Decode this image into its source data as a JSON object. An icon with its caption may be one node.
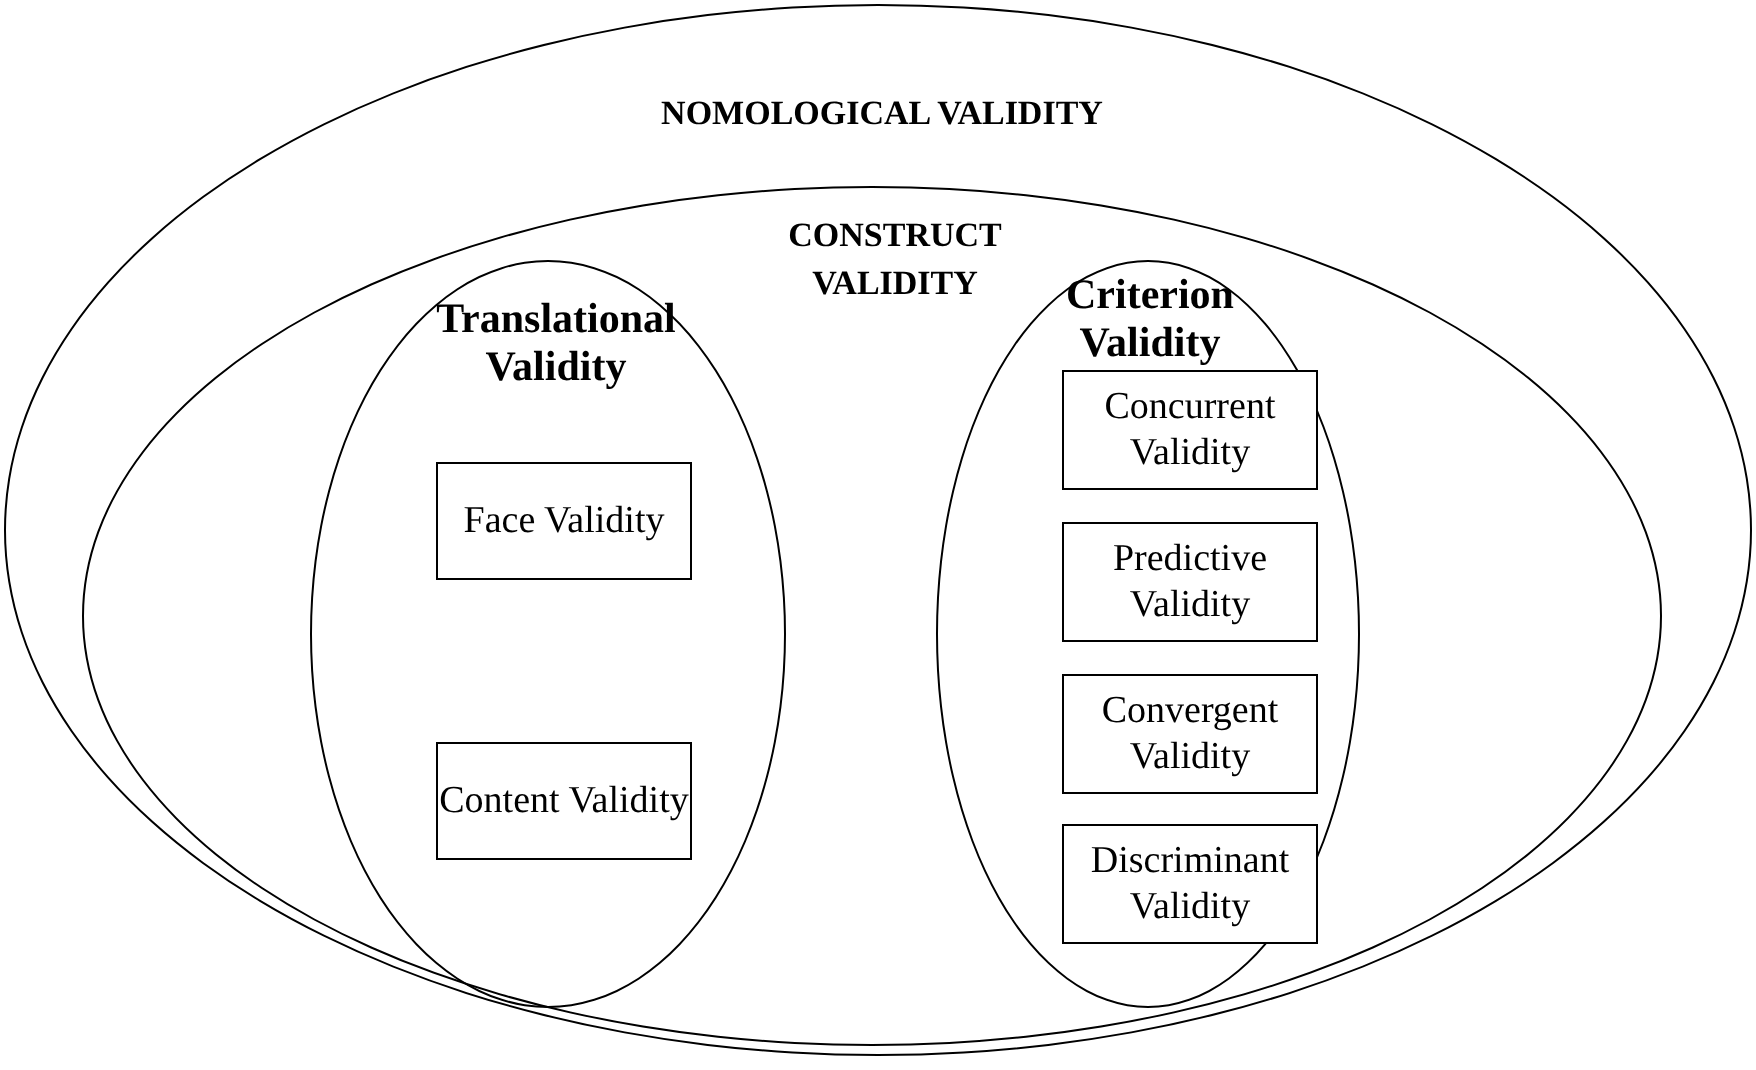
{
  "diagram": {
    "nodes": [
      {
        "text": [
          "NOMOLOGICAL VALIDITY"
        ]
      },
      {
        "text": [
          "CONSTRUCT VALIDITY"
        ],
        "in": 0
      },
      {
        "text": [
          "Translational Validity"
        ],
        "in": 1
      },
      {
        "text": [
          "Face Validity"
        ],
        "in": 2
      },
      {
        "text": [
          "Content Validity"
        ],
        "in": 2
      },
      {
        "text": [
          "Criterion Validity"
        ],
        "in": 1
      },
      {
        "text": [
          "Concurrent Validity"
        ],
        "in": 5
      },
      {
        "text": [
          "Predictive Validity"
        ],
        "in": 5
      },
      {
        "text": [
          "Convergent Validity"
        ],
        "in": 5
      },
      {
        "text": [
          "Discriminant Validity"
        ],
        "in": 5
      }
    ]
  }
}
